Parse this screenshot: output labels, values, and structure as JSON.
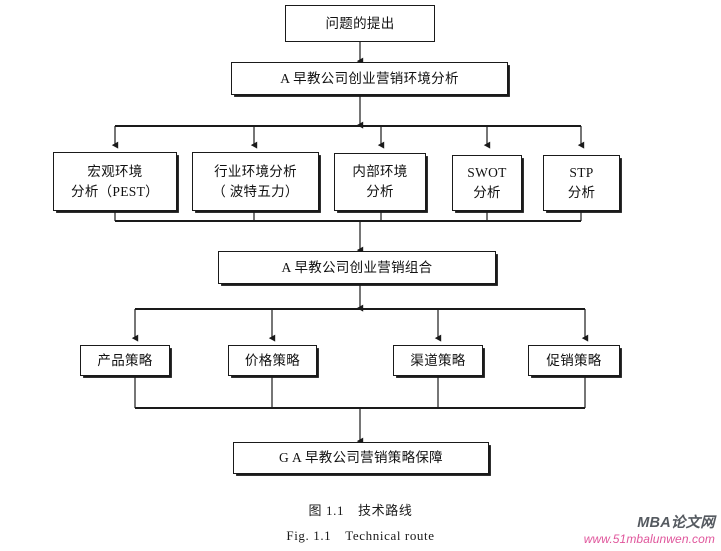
{
  "figure": {
    "title_cn": "图 1.1",
    "title_cn_text": "技术路线",
    "title_en": "Fig. 1.1",
    "title_en_text": "Technical route"
  },
  "watermark": {
    "brand": "MBA论文网",
    "url": "www.51mbalunwen.com",
    "brand_color": "#555a60",
    "url_color": "#e0569c"
  },
  "diagram": {
    "type": "flowchart",
    "direction": "top-to-bottom",
    "line_color": "#1a1a1a",
    "box_fill": "#ffffff",
    "levels": [
      {
        "id": "level-1",
        "nodes": [
          {
            "id": "problem",
            "lines": [
              "问题的提出"
            ]
          }
        ]
      },
      {
        "id": "level-2",
        "nodes": [
          {
            "id": "env-analysis",
            "lines": [
              "A 早教公司创业营销环境分析"
            ]
          }
        ]
      },
      {
        "id": "level-3",
        "nodes": [
          {
            "id": "macro",
            "lines": [
              "宏观环境",
              "分析（PEST）"
            ]
          },
          {
            "id": "industry",
            "lines": [
              "行业环境分析",
              "（ 波特五力）"
            ]
          },
          {
            "id": "internal",
            "lines": [
              "内部环境",
              "分析"
            ]
          },
          {
            "id": "swot",
            "lines": [
              "SWOT",
              "分析"
            ]
          },
          {
            "id": "stp",
            "lines": [
              "STP",
              "分析"
            ]
          }
        ]
      },
      {
        "id": "level-4",
        "nodes": [
          {
            "id": "marketing-mix",
            "lines": [
              "A 早教公司创业营销组合"
            ]
          }
        ]
      },
      {
        "id": "level-5",
        "nodes": [
          {
            "id": "product",
            "lines": [
              "产品策略"
            ]
          },
          {
            "id": "price",
            "lines": [
              "价格策略"
            ]
          },
          {
            "id": "channel",
            "lines": [
              "渠道策略"
            ]
          },
          {
            "id": "promotion",
            "lines": [
              "促销策略"
            ]
          }
        ]
      },
      {
        "id": "level-6",
        "nodes": [
          {
            "id": "guarantee",
            "lines": [
              "G A 早教公司营销策略保障"
            ]
          }
        ]
      }
    ]
  }
}
